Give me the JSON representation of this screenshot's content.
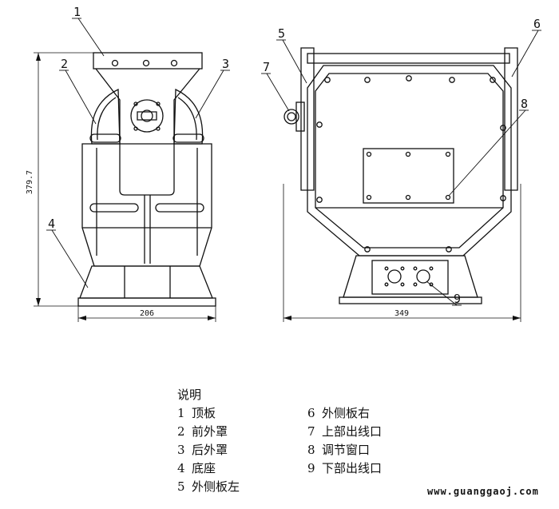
{
  "dimensions": {
    "height": "379.7",
    "left_width": "206",
    "right_width": "349"
  },
  "callouts": [
    "1",
    "2",
    "3",
    "4",
    "5",
    "6",
    "7",
    "8",
    "9"
  ],
  "legend": {
    "title": "说明",
    "items": [
      {
        "num": "1",
        "label": "顶板"
      },
      {
        "num": "2",
        "label": "前外罩"
      },
      {
        "num": "3",
        "label": "后外罩"
      },
      {
        "num": "4",
        "label": "底座"
      },
      {
        "num": "5",
        "label": "外侧板左"
      },
      {
        "num": "6",
        "label": "外侧板右"
      },
      {
        "num": "7",
        "label": "上部出线口"
      },
      {
        "num": "8",
        "label": "调节窗口"
      },
      {
        "num": "9",
        "label": "下部出线口"
      }
    ]
  },
  "watermark": "www.guanggaoj.com"
}
